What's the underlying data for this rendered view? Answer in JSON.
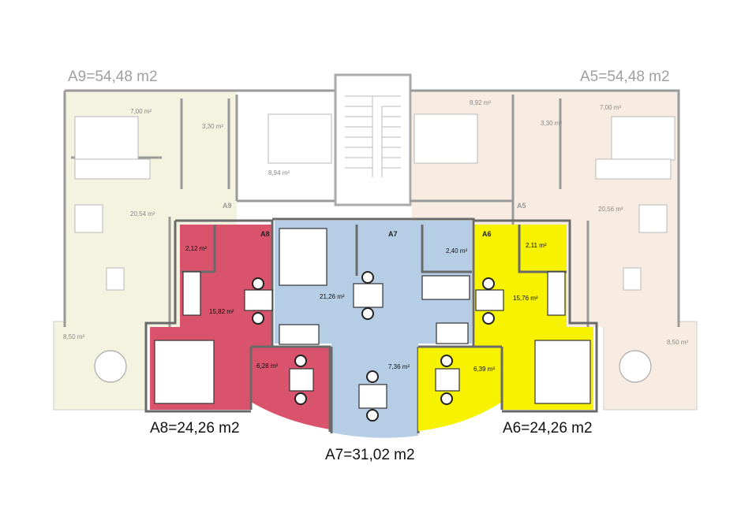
{
  "units": {
    "a9": {
      "total": "A9=54,48 m2",
      "tag": "A9",
      "rooms": [
        "7,00 m²",
        "3,30 m²",
        "8,94 m²",
        "20,54 m²",
        "8,50 m²"
      ],
      "color": "#f3f3e0"
    },
    "a5": {
      "total": "A5=54,48 m2",
      "tag": "A5",
      "rooms": [
        "8,92 m²",
        "3,30 m²",
        "7,00 m²",
        "20,56 m²",
        "8,50 m²"
      ],
      "color": "#f8ece2"
    },
    "a8": {
      "total": "A8=24,26 m2",
      "tag": "A8",
      "rooms": [
        "2,12 m²",
        "15,82 m²",
        "6,28 m²"
      ],
      "color": "#d9536c"
    },
    "a7": {
      "total": "A7=31,02 m2",
      "tag": "A7",
      "rooms": [
        "21,26 m²",
        "2,40 m²",
        "7,36 m²"
      ],
      "color": "#b6cde6"
    },
    "a6": {
      "total": "A6=24,26 m2",
      "tag": "A6",
      "rooms": [
        "2,11 m²",
        "15,76 m²",
        "6,39 m²"
      ],
      "color": "#f6f200"
    }
  }
}
